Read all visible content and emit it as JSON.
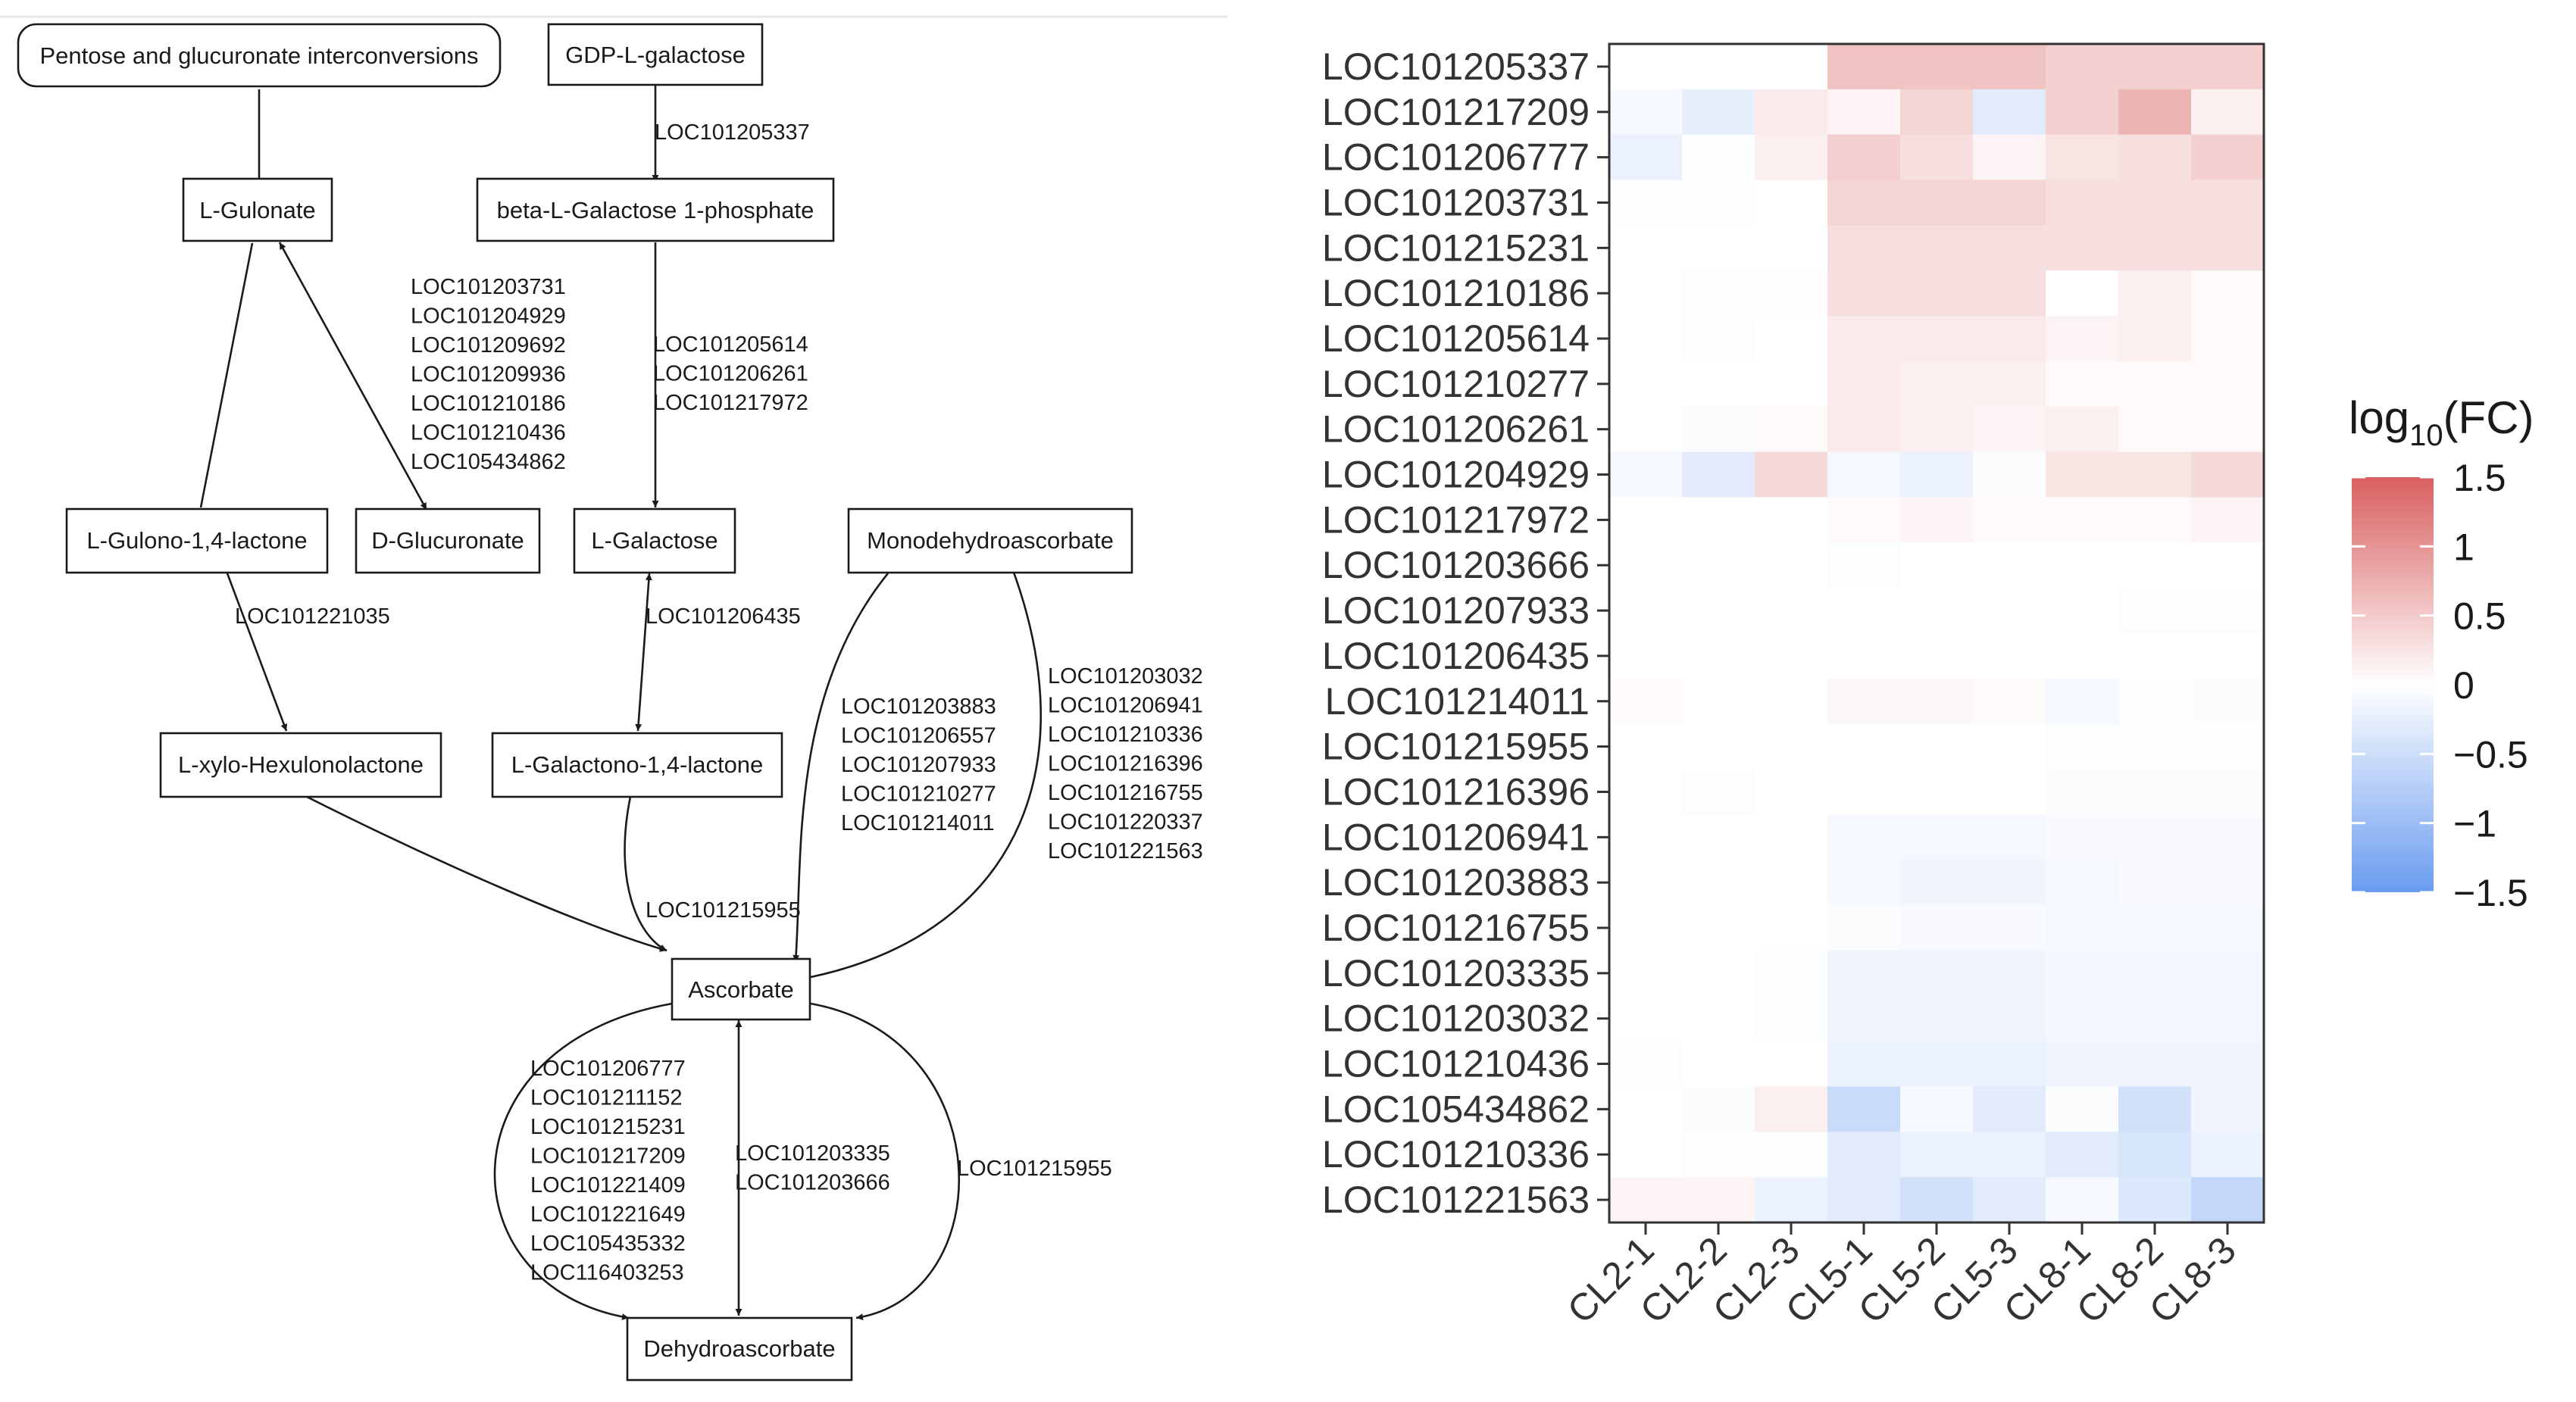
{
  "pathway": {
    "nodes": [
      {
        "id": "pentose",
        "label": "Pentose and glucuronate interconversions"
      },
      {
        "id": "gdp_lgal",
        "label": "GDP-L-galactose"
      },
      {
        "id": "lgulonate",
        "label": "L-Gulonate"
      },
      {
        "id": "bl_gal1p",
        "label": "beta-L-Galactose 1-phosphate"
      },
      {
        "id": "lgulono",
        "label": "L-Gulono-1,4-lactone"
      },
      {
        "id": "dglucuronate",
        "label": "D-Glucuronate"
      },
      {
        "id": "lgalactose",
        "label": "L-Galactose"
      },
      {
        "id": "mdha",
        "label": "Monodehydroascorbate"
      },
      {
        "id": "lxylo",
        "label": "L-xylo-Hexulonolactone"
      },
      {
        "id": "lgalactono",
        "label": "L-Galactono-1,4-lactone"
      },
      {
        "id": "ascorbate",
        "label": "Ascorbate"
      },
      {
        "id": "dha",
        "label": "Dehydroascorbate"
      }
    ],
    "gene_groups": [
      {
        "id": "g_gdp",
        "genes": [
          "LOC101205337"
        ]
      },
      {
        "id": "g_gulonate",
        "genes": [
          "LOC101203731",
          "LOC101204929",
          "LOC101209692",
          "LOC101209936",
          "LOC101210186",
          "LOC101210436",
          "LOC105434862"
        ]
      },
      {
        "id": "g_bgal",
        "genes": [
          "LOC101205614",
          "LOC101206261",
          "LOC101217972"
        ]
      },
      {
        "id": "g_gulono",
        "genes": [
          "LOC101221035"
        ]
      },
      {
        "id": "g_lgal",
        "genes": [
          "LOC101206435"
        ]
      },
      {
        "id": "g_asc_left",
        "genes": [
          "LOC101203883",
          "LOC101206557",
          "LOC101207933",
          "LOC101210277",
          "LOC101214011"
        ]
      },
      {
        "id": "g_asc_right",
        "genes": [
          "LOC101203032",
          "LOC101206941",
          "LOC101210336",
          "LOC101216396",
          "LOC101216755",
          "LOC101220337",
          "LOC101221563"
        ]
      },
      {
        "id": "g_galactono",
        "genes": [
          "LOC101215955"
        ]
      },
      {
        "id": "g_dha_left",
        "genes": [
          "LOC101206777",
          "LOC101211152",
          "LOC101215231",
          "LOC101217209",
          "LOC101221409",
          "LOC101221649",
          "LOC105435332",
          "LOC116403253"
        ]
      },
      {
        "id": "g_dha_mid",
        "genes": [
          "LOC101203335",
          "LOC101203666"
        ]
      },
      {
        "id": "g_dha_right",
        "genes": [
          "LOC101215955"
        ]
      }
    ]
  },
  "chart_data": {
    "type": "heatmap",
    "columns": [
      "CL2-1",
      "CL2-2",
      "CL2-3",
      "CL5-1",
      "CL5-2",
      "CL5-3",
      "CL8-1",
      "CL8-2",
      "CL8-3"
    ],
    "rows": [
      "LOC101205337",
      "LOC101217209",
      "LOC101206777",
      "LOC101203731",
      "LOC101215231",
      "LOC101210186",
      "LOC101205614",
      "LOC101210277",
      "LOC101206261",
      "LOC101204929",
      "LOC101217972",
      "LOC101203666",
      "LOC101207933",
      "LOC101206435",
      "LOC101214011",
      "LOC101215955",
      "LOC101216396",
      "LOC101206941",
      "LOC101203883",
      "LOC101216755",
      "LOC101203335",
      "LOC101203032",
      "LOC101210436",
      "LOC105434862",
      "LOC101210336",
      "LOC101221563"
    ],
    "values": [
      [
        0.0,
        0.0,
        0.0,
        0.55,
        0.55,
        0.55,
        0.45,
        0.45,
        0.45
      ],
      [
        -0.1,
        -0.25,
        0.2,
        0.1,
        0.4,
        -0.3,
        0.45,
        0.7,
        0.15
      ],
      [
        -0.2,
        -0.02,
        0.15,
        0.45,
        0.3,
        0.1,
        0.25,
        0.3,
        0.45
      ],
      [
        -0.02,
        -0.02,
        0.0,
        0.4,
        0.4,
        0.4,
        0.3,
        0.3,
        0.3
      ],
      [
        0.0,
        0.0,
        0.0,
        0.3,
        0.3,
        0.3,
        0.3,
        0.3,
        0.3
      ],
      [
        0.0,
        0.02,
        0.03,
        0.3,
        0.3,
        0.3,
        0.0,
        0.15,
        0.05
      ],
      [
        0.0,
        0.03,
        0.0,
        0.2,
        0.2,
        0.2,
        0.1,
        0.15,
        0.05
      ],
      [
        0.0,
        0.0,
        0.0,
        0.2,
        0.15,
        0.15,
        0.05,
        0.05,
        0.05
      ],
      [
        0.0,
        -0.05,
        0.05,
        0.2,
        0.15,
        0.1,
        0.15,
        0.05,
        0.05
      ],
      [
        -0.1,
        -0.3,
        0.35,
        -0.1,
        -0.2,
        -0.05,
        0.25,
        0.25,
        0.35
      ],
      [
        0.0,
        0.0,
        0.0,
        0.05,
        0.1,
        0.05,
        0.05,
        0.05,
        0.1
      ],
      [
        0.0,
        0.0,
        0.0,
        -0.03,
        0.0,
        0.0,
        0.0,
        0.0,
        0.0
      ],
      [
        0.0,
        0.0,
        0.0,
        0.0,
        0.0,
        0.0,
        0.0,
        0.03,
        0.03
      ],
      [
        0.0,
        0.0,
        0.0,
        0.0,
        0.0,
        0.0,
        0.0,
        0.0,
        0.0
      ],
      [
        0.05,
        0.0,
        0.0,
        0.07,
        0.07,
        0.05,
        -0.1,
        -0.03,
        -0.05
      ],
      [
        0.0,
        0.0,
        0.0,
        0.0,
        0.0,
        0.0,
        -0.03,
        -0.03,
        -0.03
      ],
      [
        0.0,
        0.03,
        0.0,
        0.0,
        0.0,
        0.0,
        -0.05,
        -0.05,
        -0.05
      ],
      [
        0.0,
        0.0,
        0.0,
        -0.1,
        -0.1,
        -0.1,
        -0.07,
        -0.07,
        -0.07
      ],
      [
        0.0,
        0.0,
        0.0,
        -0.1,
        -0.15,
        -0.15,
        -0.1,
        -0.07,
        -0.07
      ],
      [
        0.0,
        0.0,
        0.0,
        -0.05,
        -0.07,
        -0.07,
        -0.1,
        -0.1,
        -0.1
      ],
      [
        0.0,
        0.0,
        -0.03,
        -0.15,
        -0.15,
        -0.15,
        -0.12,
        -0.12,
        -0.12
      ],
      [
        0.0,
        0.0,
        -0.03,
        -0.15,
        -0.15,
        -0.15,
        -0.12,
        -0.12,
        -0.12
      ],
      [
        0.03,
        0.0,
        0.0,
        -0.2,
        -0.2,
        -0.2,
        -0.15,
        -0.15,
        -0.15
      ],
      [
        0.0,
        -0.05,
        0.15,
        -0.55,
        -0.1,
        -0.3,
        -0.05,
        -0.45,
        -0.15
      ],
      [
        0.0,
        0.03,
        -0.03,
        -0.3,
        -0.2,
        -0.2,
        -0.3,
        -0.4,
        -0.2
      ],
      [
        0.1,
        0.1,
        -0.2,
        -0.3,
        -0.45,
        -0.3,
        -0.1,
        -0.35,
        -0.6
      ]
    ],
    "colorscale": {
      "low": "#6a9cef",
      "mid": "#ffffff",
      "high": "#d95f5f",
      "min": -1.5,
      "max": 1.5
    },
    "legend": {
      "title_main": "log",
      "title_sub": "10",
      "title_rest": "(FC)",
      "ticks": [
        "1.5",
        "1",
        "0.5",
        "0",
        "−0.5",
        "−1",
        "−1.5"
      ],
      "tick_values": [
        1.5,
        1,
        0.5,
        0,
        -0.5,
        -1,
        -1.5
      ],
      "placement": "right"
    }
  }
}
